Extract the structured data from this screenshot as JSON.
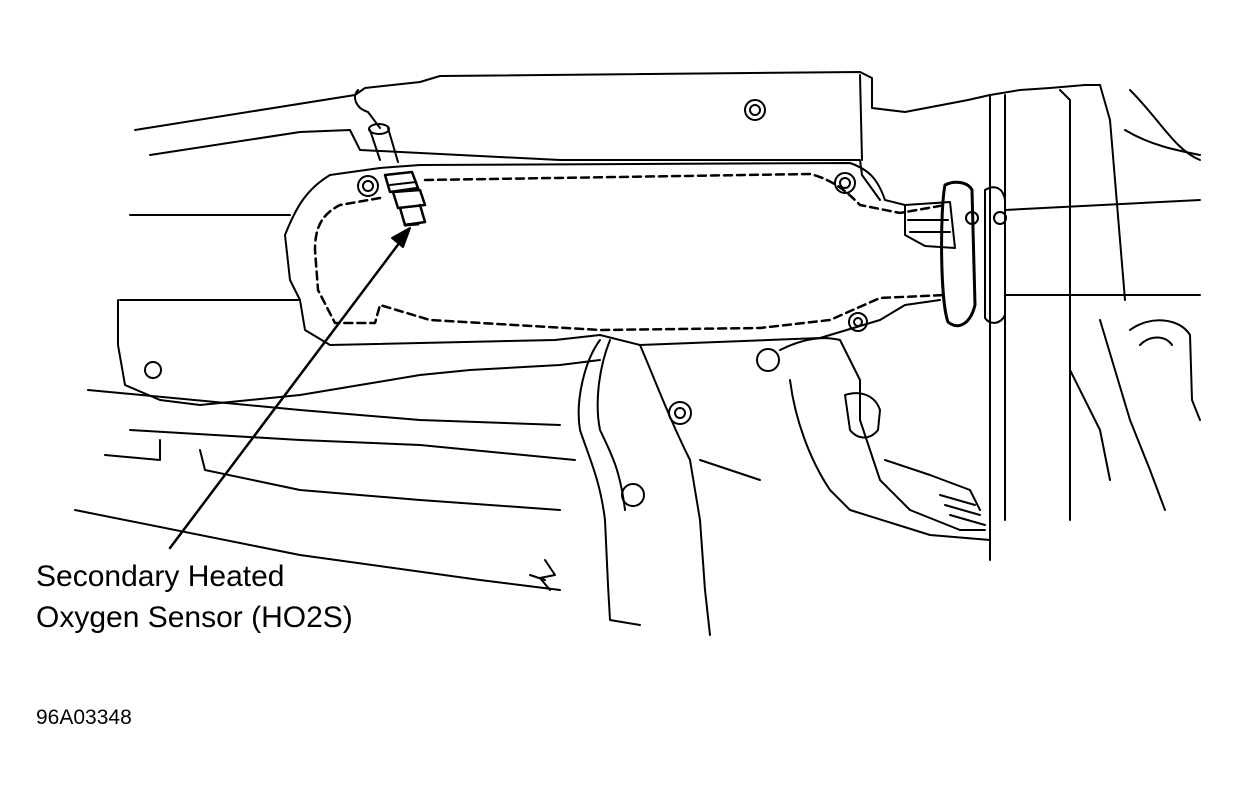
{
  "callout": {
    "line1": "Secondary Heated",
    "line2": "Oxygen Sensor (HO2S)"
  },
  "figure_id": "96A03348",
  "colors": {
    "line": "#000000",
    "background": "#ffffff"
  }
}
